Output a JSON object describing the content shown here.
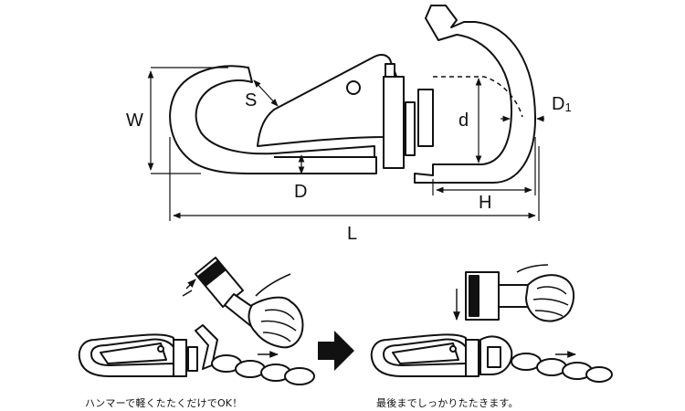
{
  "dimensions": {
    "W": "W",
    "S": "S",
    "D": "D",
    "d": "d",
    "D1_main": "D",
    "D1_sub": "1",
    "H": "H",
    "L": "L"
  },
  "captions": {
    "left": "ハンマーで軽くたたくだけでOK！",
    "right": "最後までしっかりたたきます。"
  }
}
